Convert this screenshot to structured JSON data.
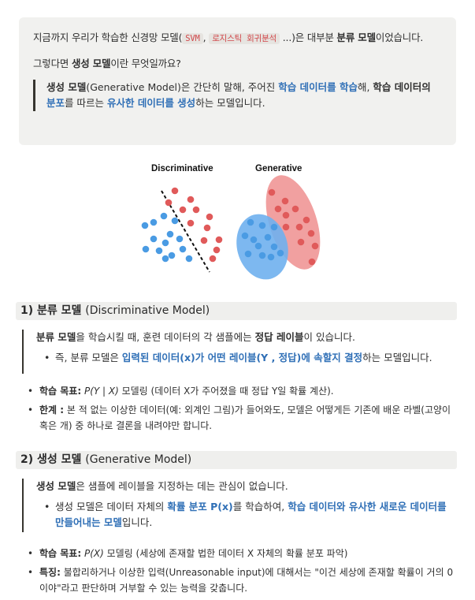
{
  "intro": {
    "line1_pre": "지금까지 우리가 학습한 신경망 모델(",
    "code1": "SVM",
    "comma": ", ",
    "code2": "로지스틱 회귀분석",
    "line1_post": " ...)은 대부분 ",
    "bold1": "분류 모델",
    "line1_end": "이었습니다.",
    "line2_bold": "생성 모델",
    "line2_pre": "그렇다면 ",
    "line2_post": "이란 무엇일까요?",
    "q_bold1": "생성 모델",
    "q_t1": "(Generative Model)은 간단히 말해, 주어진 ",
    "q_blue1": "학습 데이터를 학습",
    "q_t2": "해, ",
    "q_bold2": "학습 데이터의 ",
    "q_blue2": "분포",
    "q_t3": "를 따르는 ",
    "q_blue3": "유사한 데이터를 생성",
    "q_t4": "하는 모델입니다."
  },
  "figure": {
    "label_left": "Discriminative",
    "label_right": "Generative",
    "colors": {
      "red": "#e05a5a",
      "blue": "#4a9be3",
      "red_fill": "#ee8f8f",
      "blue_fill": "#6fb0ee"
    }
  },
  "section1": {
    "title": "1) 분류 모델 ",
    "title_light": "(Discriminative Model)",
    "q_bold": "분류 모델",
    "q_t1": "을 학습시킬 때, 훈련 데이터의 각 샘플에는 ",
    "q_bold2": "정답 레이블",
    "q_t2": "이 있습니다.",
    "li_t1": "즉, 분류 모델은 ",
    "li_blue": "입력된 데이터(x)가 어떤 레이블(Y , 정답)에 속할지 결정",
    "li_t2": "하는 모델입니다.",
    "b1_label": "학습 목표:",
    "b1_math": " P(Y | X)",
    "b1_text": " 모델링 (데이터 X가 주어졌을 때 정답 Y일 확률 계산).",
    "b2_label": "한계 :",
    "b2_text": " 본 적 없는 이상한 데이터(예: 외계인 그림)가 들어와도, 모델은 어떻게든 기존에 배운 라벨(고양이 혹은 개) 중 하나로 결론을 내려야만 합니다."
  },
  "section2": {
    "title": "2) 생성 모델 ",
    "title_light": "(Generative Model)",
    "q_bold": "생성 모델",
    "q_t1": "은 샘플에 레이블을 지정하는 데는 관심이 없습니다.",
    "li_t1": "생성 모델은 데이터 자체의 ",
    "li_blue1": "확률 분포 P(x)",
    "li_t2": "를 학습하여, ",
    "li_blue2": "학습 데이터와 유사한 새로운 데이터를 만들어내는 모델",
    "li_t3": "입니다.",
    "b1_label": "학습 목표:",
    "b1_math": " P(X)",
    "b1_text": " 모델링 (세상에 존재할 법한 데이터 X 자체의 확률 분포 파악)",
    "b2_label": "특징:",
    "b2_text": " 불합리하거나 이상한 입력(Unreasonable input)에 대해서는 \"이건 세상에 존재할 확률이 거의 0이야\"라고 판단하며 거부할 수 있는 능력을 갖춥니다."
  }
}
